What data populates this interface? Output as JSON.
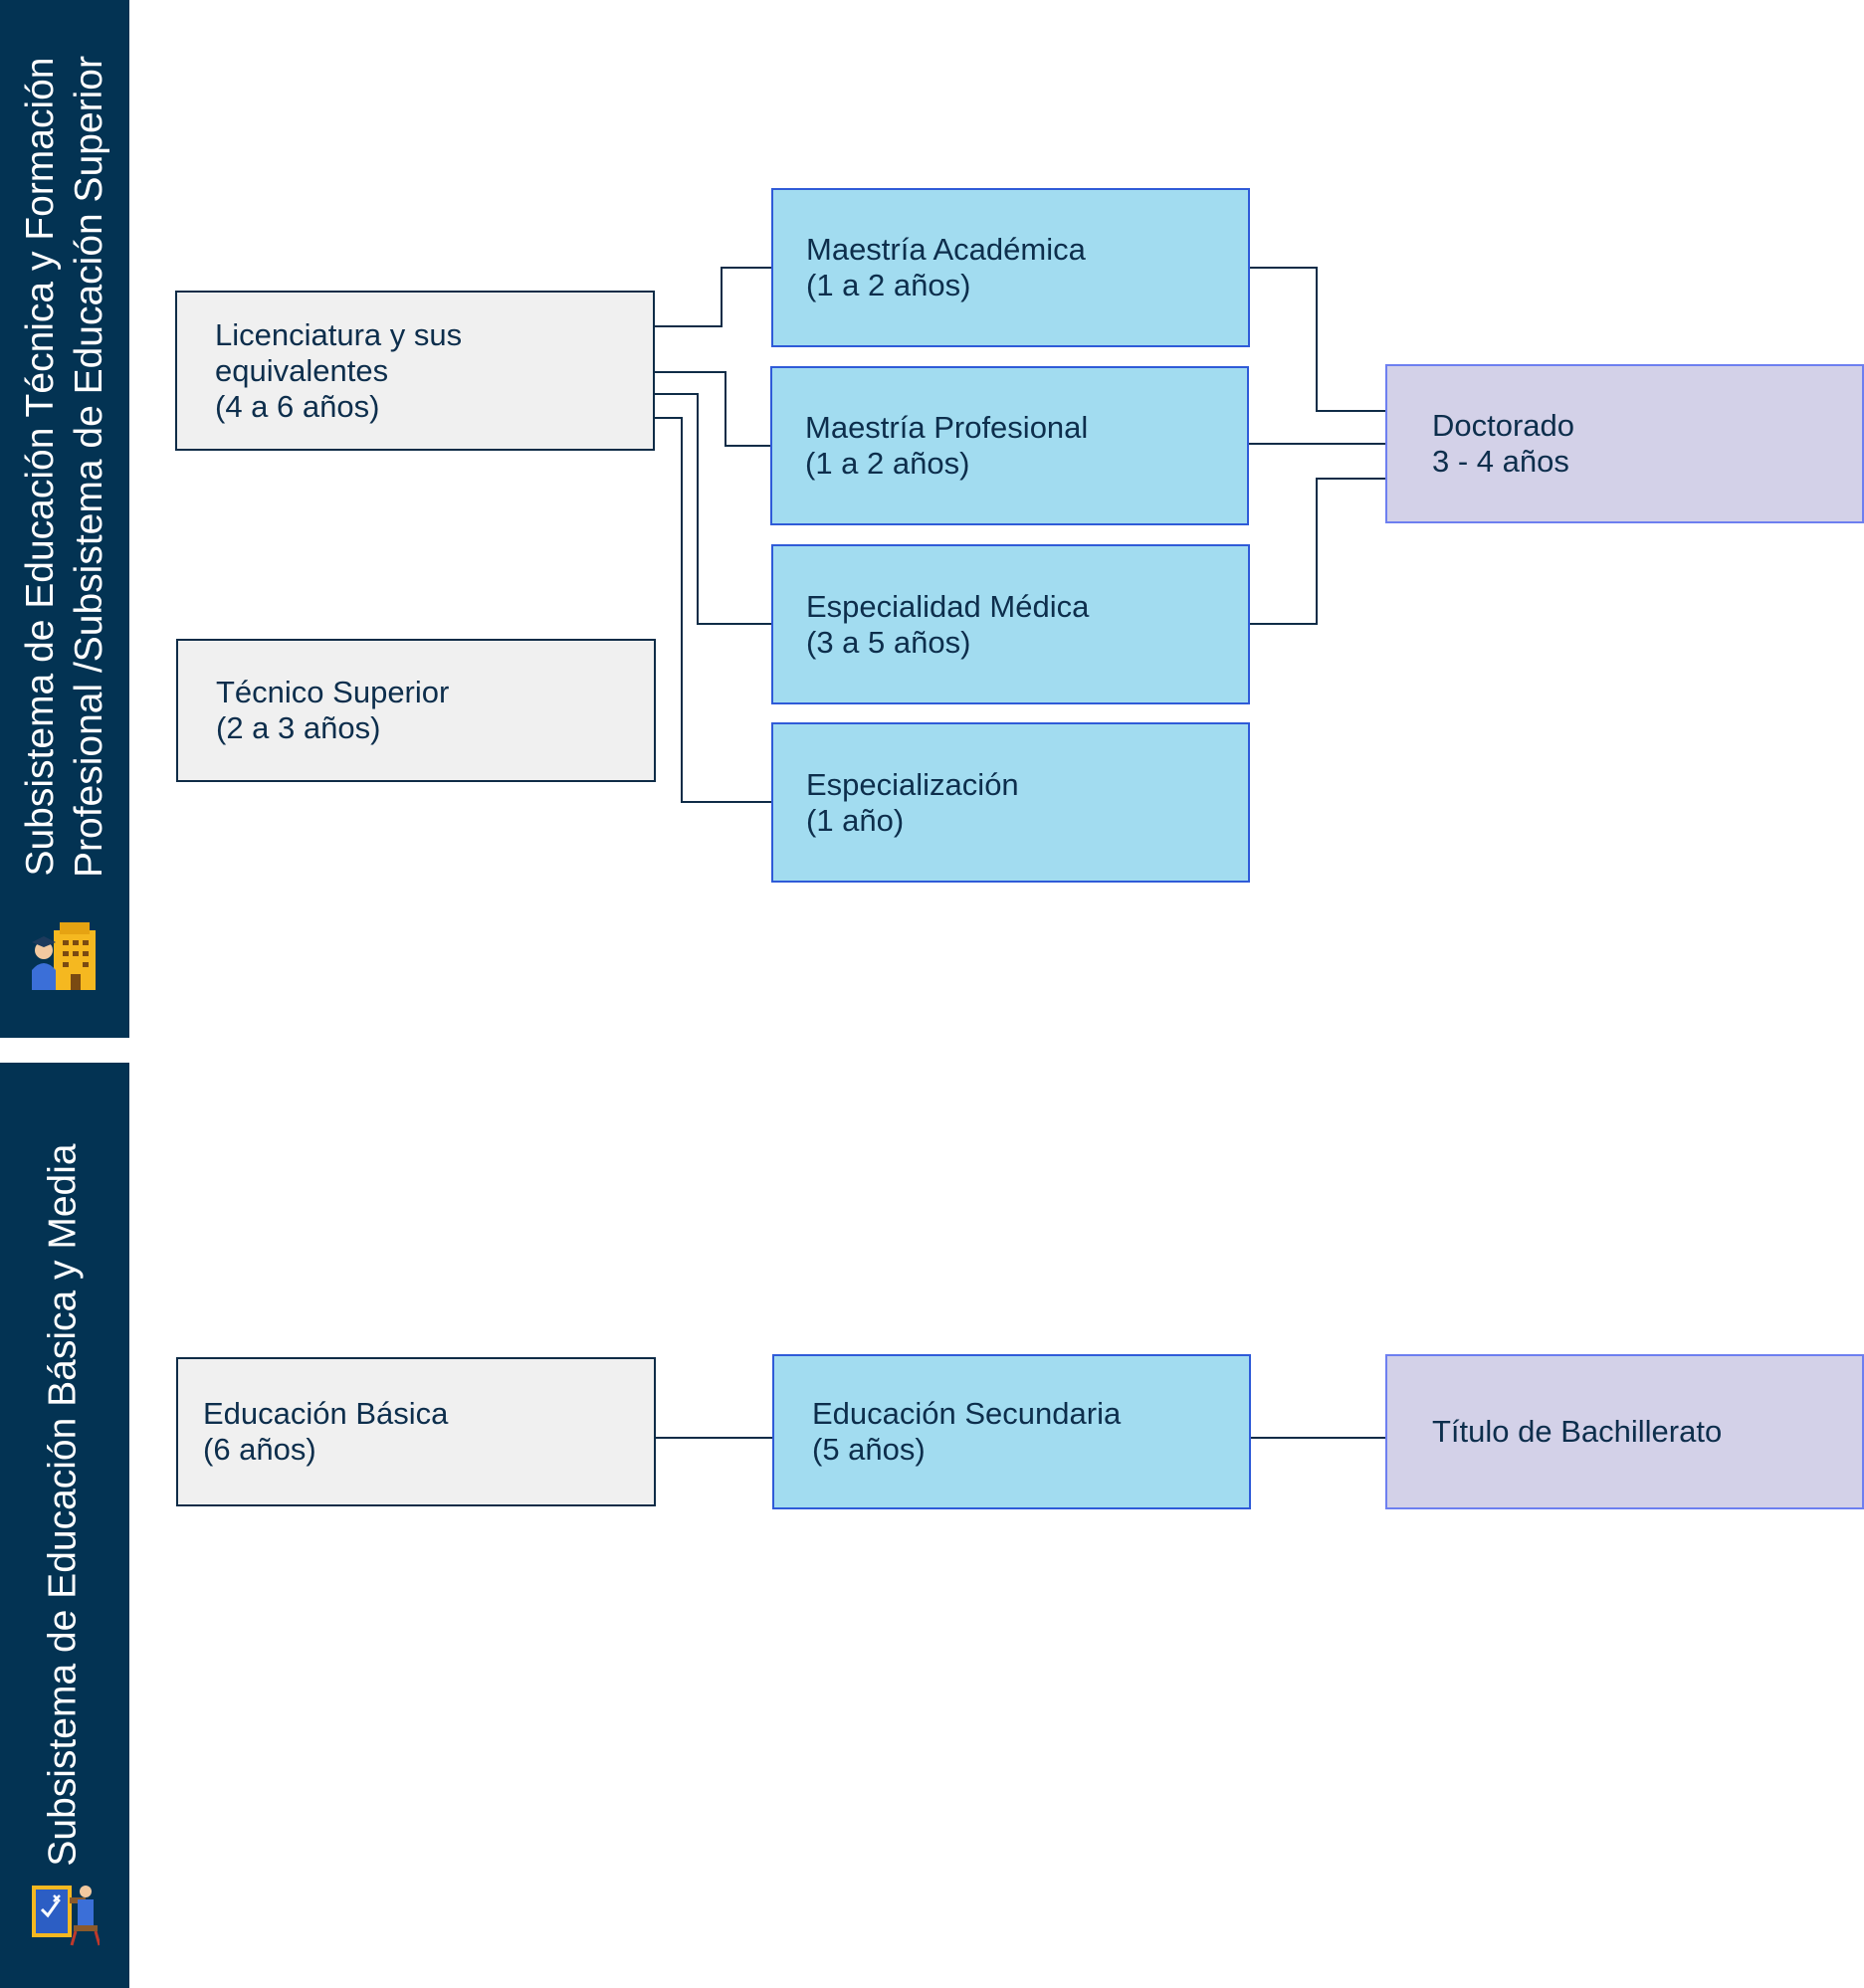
{
  "bands": {
    "upper": {
      "title_line1": "Subsistema de Educación Técnica y Formación",
      "title_line2": "Profesional /Subsistema de Educación Superior",
      "icon": "graduate-building-icon"
    },
    "lower": {
      "title": "Subsistema de Educación Básica y Media",
      "icon": "classroom-teacher-icon"
    }
  },
  "nodes": {
    "licenciatura": [
      "Licenciatura y sus",
      "equivalentes",
      "(4 a 6 años)"
    ],
    "tecnico_superior": [
      "Técnico Superior",
      "(2 a 3 años)"
    ],
    "maestria_academica": [
      "Maestría Académica",
      "(1 a 2 años)"
    ],
    "maestria_profesional": [
      "Maestría Profesional",
      "(1 a 2 años)"
    ],
    "especialidad_medica": [
      "Especialidad Médica",
      "(3 a 5 años)"
    ],
    "especializacion": [
      "Especialización",
      "(1 año)"
    ],
    "doctorado": [
      "Doctorado",
      "3 - 4 años"
    ],
    "educacion_basica": [
      "Educación Básica",
      "(6 años)"
    ],
    "educacion_secundaria": [
      "Educación Secundaria",
      "(5 años)"
    ],
    "titulo_bachillerato": [
      "Título de Bachillerato"
    ]
  },
  "edges": [
    [
      "licenciatura",
      "maestria_academica"
    ],
    [
      "licenciatura",
      "maestria_profesional"
    ],
    [
      "licenciatura",
      "especialidad_medica"
    ],
    [
      "licenciatura",
      "especializacion"
    ],
    [
      "maestria_academica",
      "doctorado"
    ],
    [
      "maestria_profesional",
      "doctorado"
    ],
    [
      "especialidad_medica",
      "doctorado"
    ],
    [
      "educacion_basica",
      "educacion_secundaria"
    ],
    [
      "educacion_secundaria",
      "titulo_bachillerato"
    ]
  ],
  "colors": {
    "band": "#033353",
    "entry_box": "#f0f0f0",
    "program_box": "#a2dcf0",
    "degree_box": "#d3d1e8",
    "connector": "#0f2c47",
    "text": "#0d2e4c"
  }
}
